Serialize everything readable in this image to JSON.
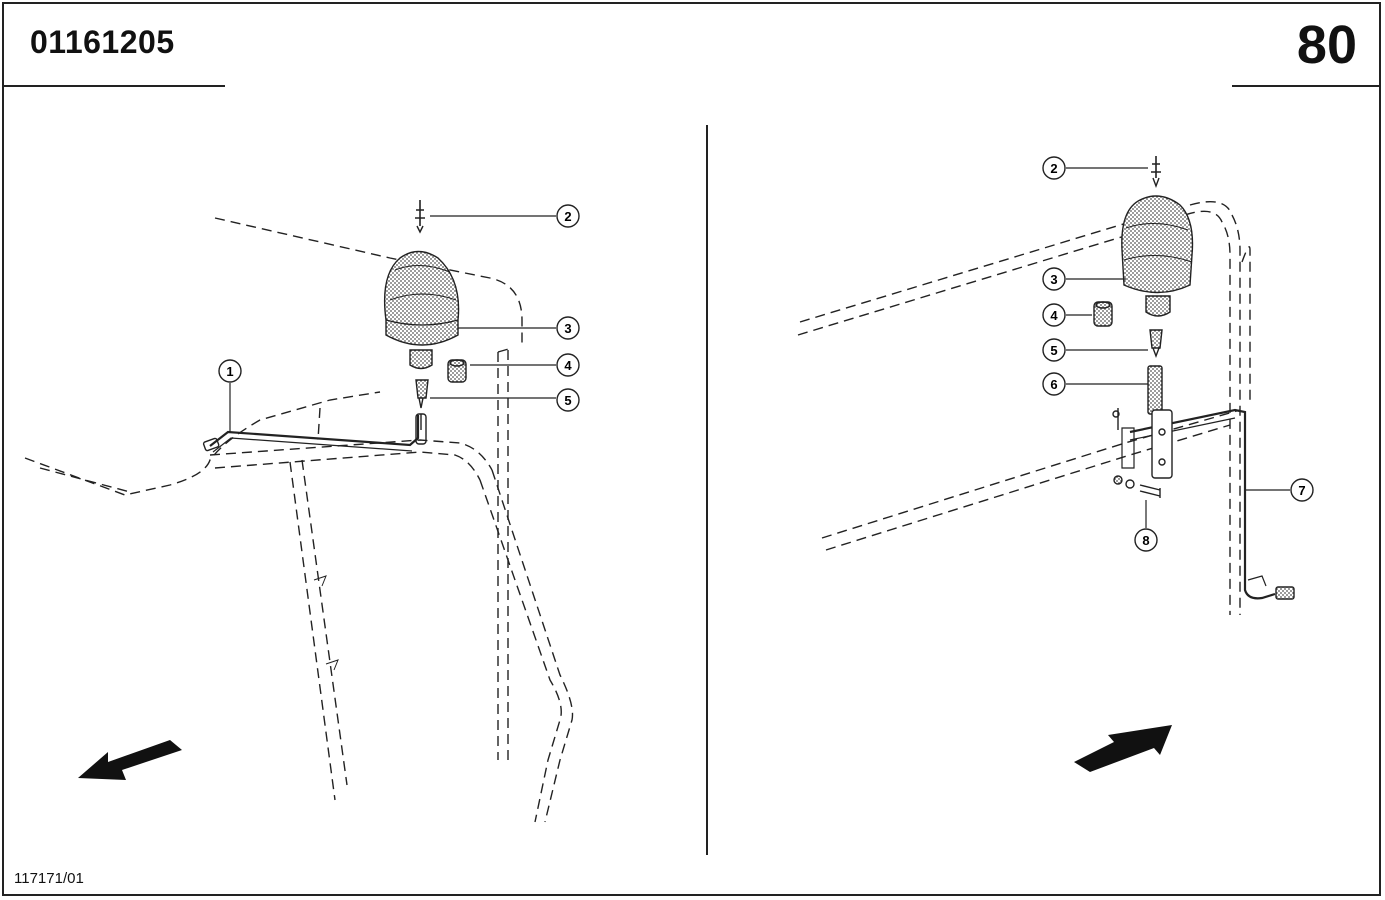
{
  "header": {
    "part_number": "01161205",
    "page_number": "80"
  },
  "footer": {
    "drawing_code": "117171/01"
  },
  "left_view": {
    "callouts": [
      "1",
      "2",
      "3",
      "4",
      "5"
    ]
  },
  "right_view": {
    "callouts": [
      "2",
      "3",
      "4",
      "5",
      "6",
      "7",
      "8"
    ]
  }
}
